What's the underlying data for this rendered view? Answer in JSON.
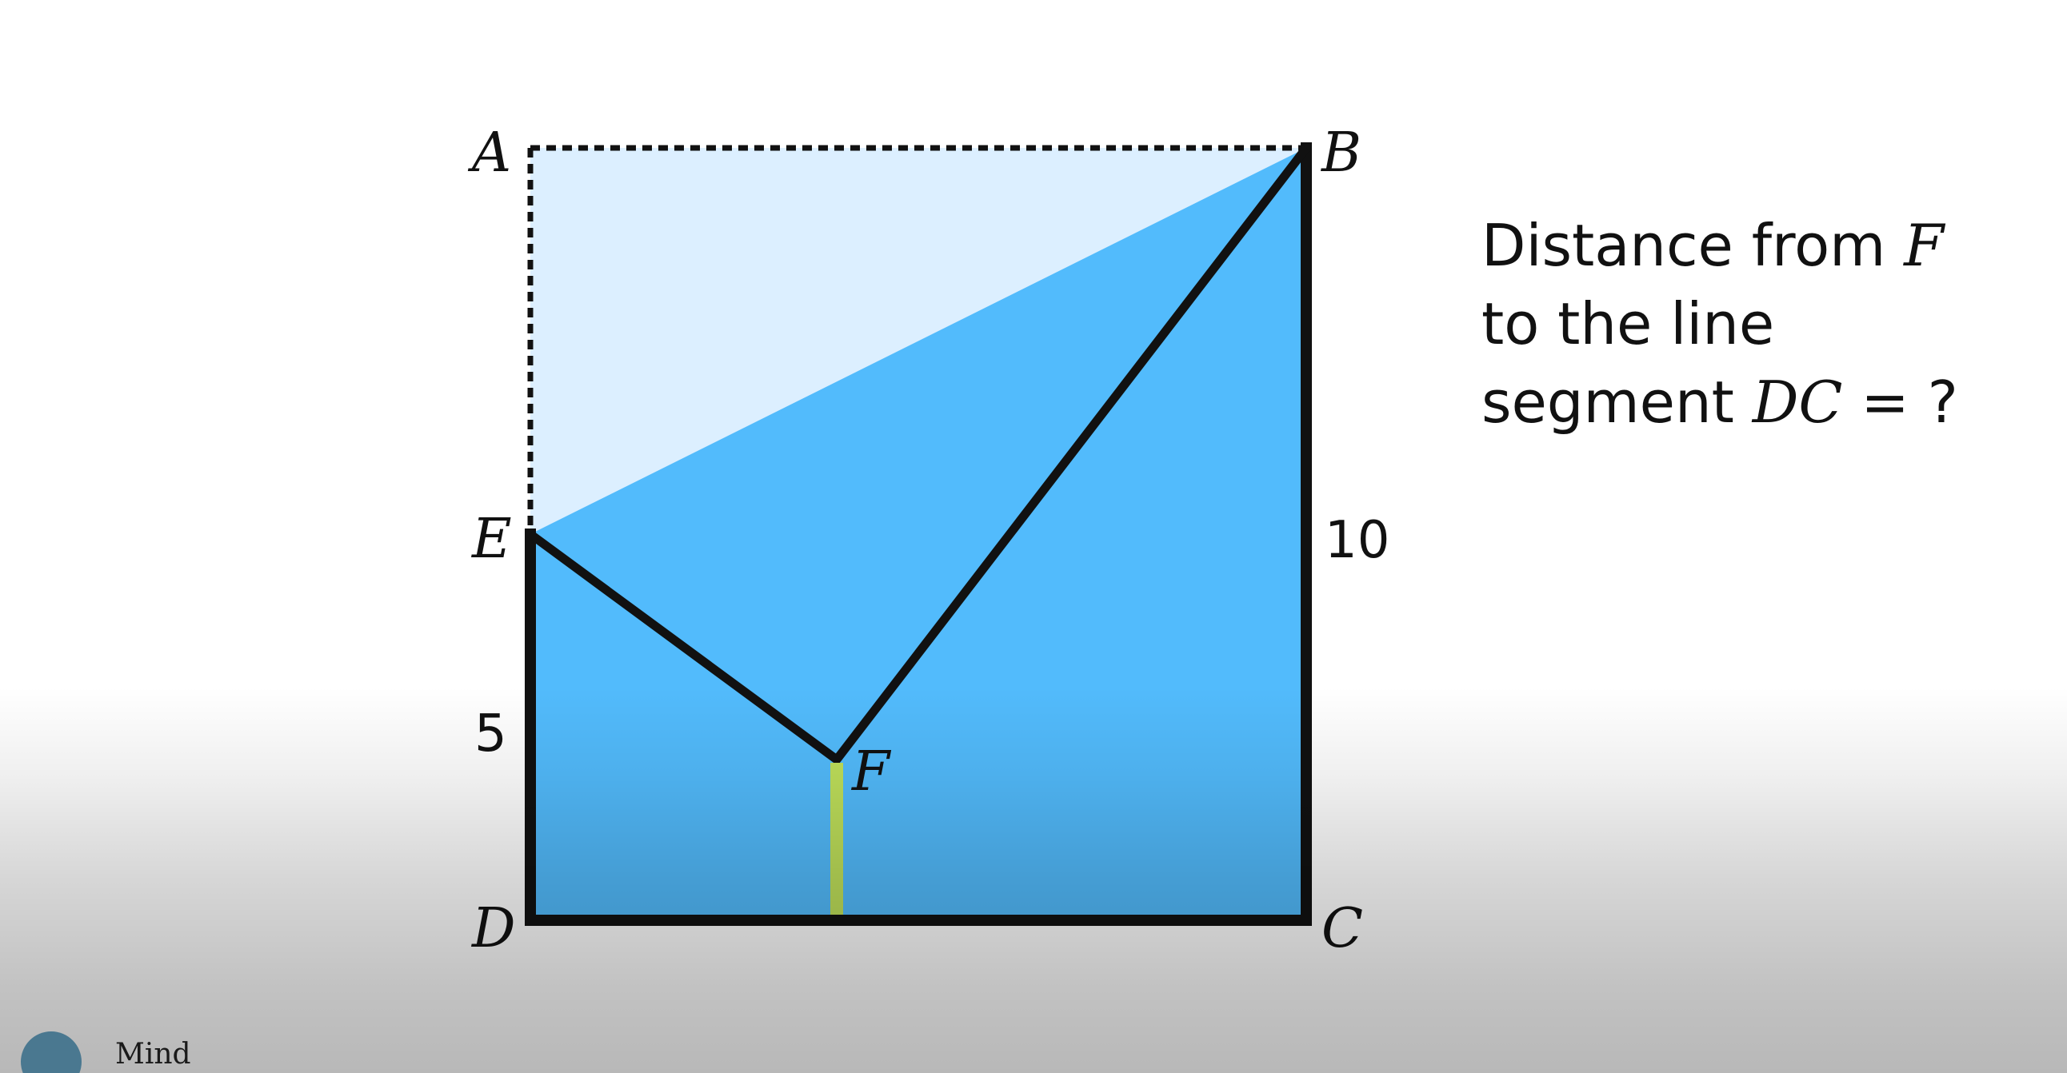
{
  "figure": {
    "vertices": {
      "A": "A",
      "B": "B",
      "C": "C",
      "D": "D",
      "E": "E",
      "F": "F"
    },
    "lengths": {
      "ED": "5",
      "BC": "10"
    },
    "colors": {
      "background": "#ffffff",
      "upper_region": "#dcefff",
      "lower_region": "#52bbfc",
      "outline": "#111111",
      "highlight_segment": "#bfe05a"
    }
  },
  "question": {
    "line1_text": "Distance from ",
    "line1_var": "F",
    "line2_text": "to the line",
    "line3_text": "segment ",
    "line3_var": "DC",
    "line3_tail": " = ?"
  },
  "branding": {
    "channel_partial": "Mind"
  }
}
